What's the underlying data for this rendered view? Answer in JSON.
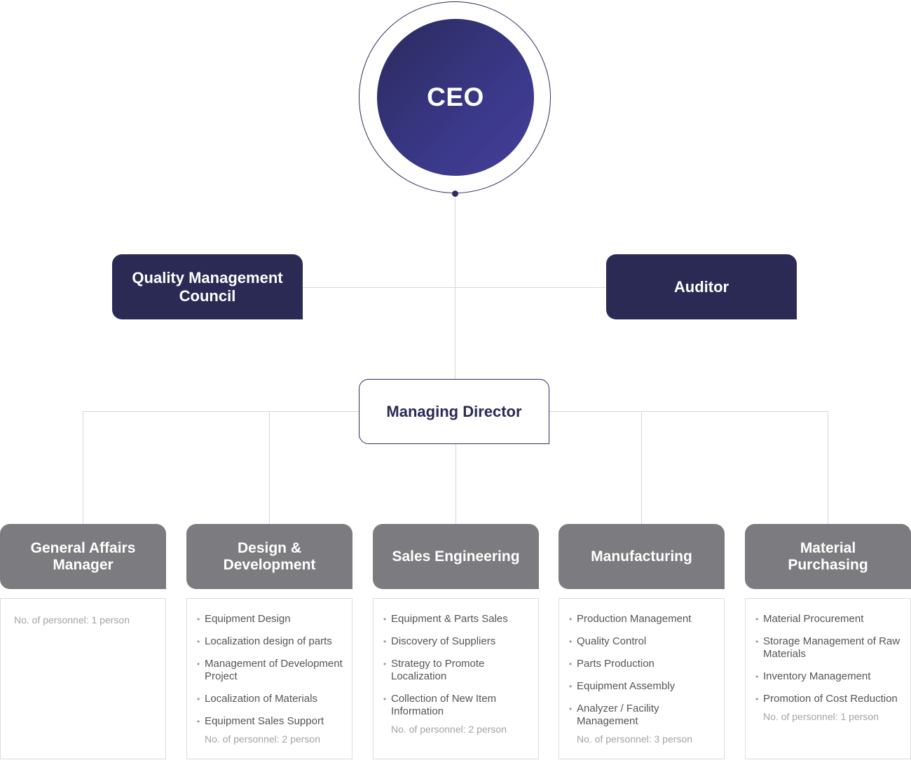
{
  "ceo": {
    "label": "CEO"
  },
  "quality_council": {
    "label": "Quality Management Council"
  },
  "auditor": {
    "label": "Auditor"
  },
  "managing_director": {
    "label": "Managing Director"
  },
  "departments": [
    {
      "name": "General Affairs Manager",
      "duties": [],
      "personnel": "No. of personnel: 1 person"
    },
    {
      "name": "Design & Development",
      "duties": [
        "Equipment Design",
        "Localization design of parts",
        "Management of Development Project",
        "Localization of Materials",
        "Equipment Sales Support"
      ],
      "personnel": "No. of personnel: 2 person"
    },
    {
      "name": "Sales Engineering",
      "duties": [
        "Equipment & Parts Sales",
        "Discovery of Suppliers",
        "Strategy to Promote Localization",
        "Collection of New Item Information"
      ],
      "personnel": "No. of personnel: 2 person"
    },
    {
      "name": "Manufacturing",
      "duties": [
        "Production Management",
        "Quality Control",
        "Parts Production",
        "Equipment Assembly",
        "Analyzer / Facility Management"
      ],
      "personnel": "No. of personnel: 3 person"
    },
    {
      "name": "Material Purchasing",
      "duties": [
        "Material Procurement",
        "Storage Management of Raw Materials",
        "Inventory Management",
        "Promotion of Cost Reduction"
      ],
      "personnel": "No. of personnel: 1 person"
    }
  ],
  "colors": {
    "navy": "#2b2a55",
    "ceo_gradient_start": "#2b2a5c",
    "ceo_gradient_end": "#433f9a",
    "department_gray": "#7c7c80",
    "connector": "#d6d6d6"
  }
}
